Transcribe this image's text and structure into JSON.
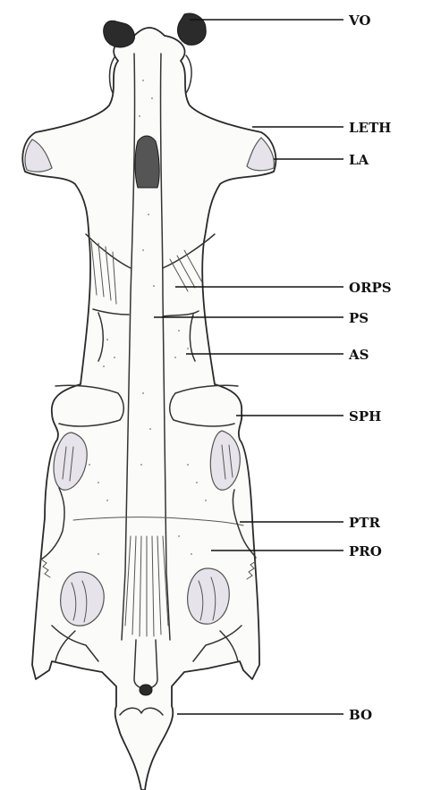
{
  "labels": {
    "vo": "VO",
    "leth": "LETH",
    "la": "LA",
    "orps": "ORPS",
    "ps": "PS",
    "as": "AS",
    "sph": "SPH",
    "ptr": "PTR",
    "pro": "PRO",
    "bo": "BO"
  }
}
